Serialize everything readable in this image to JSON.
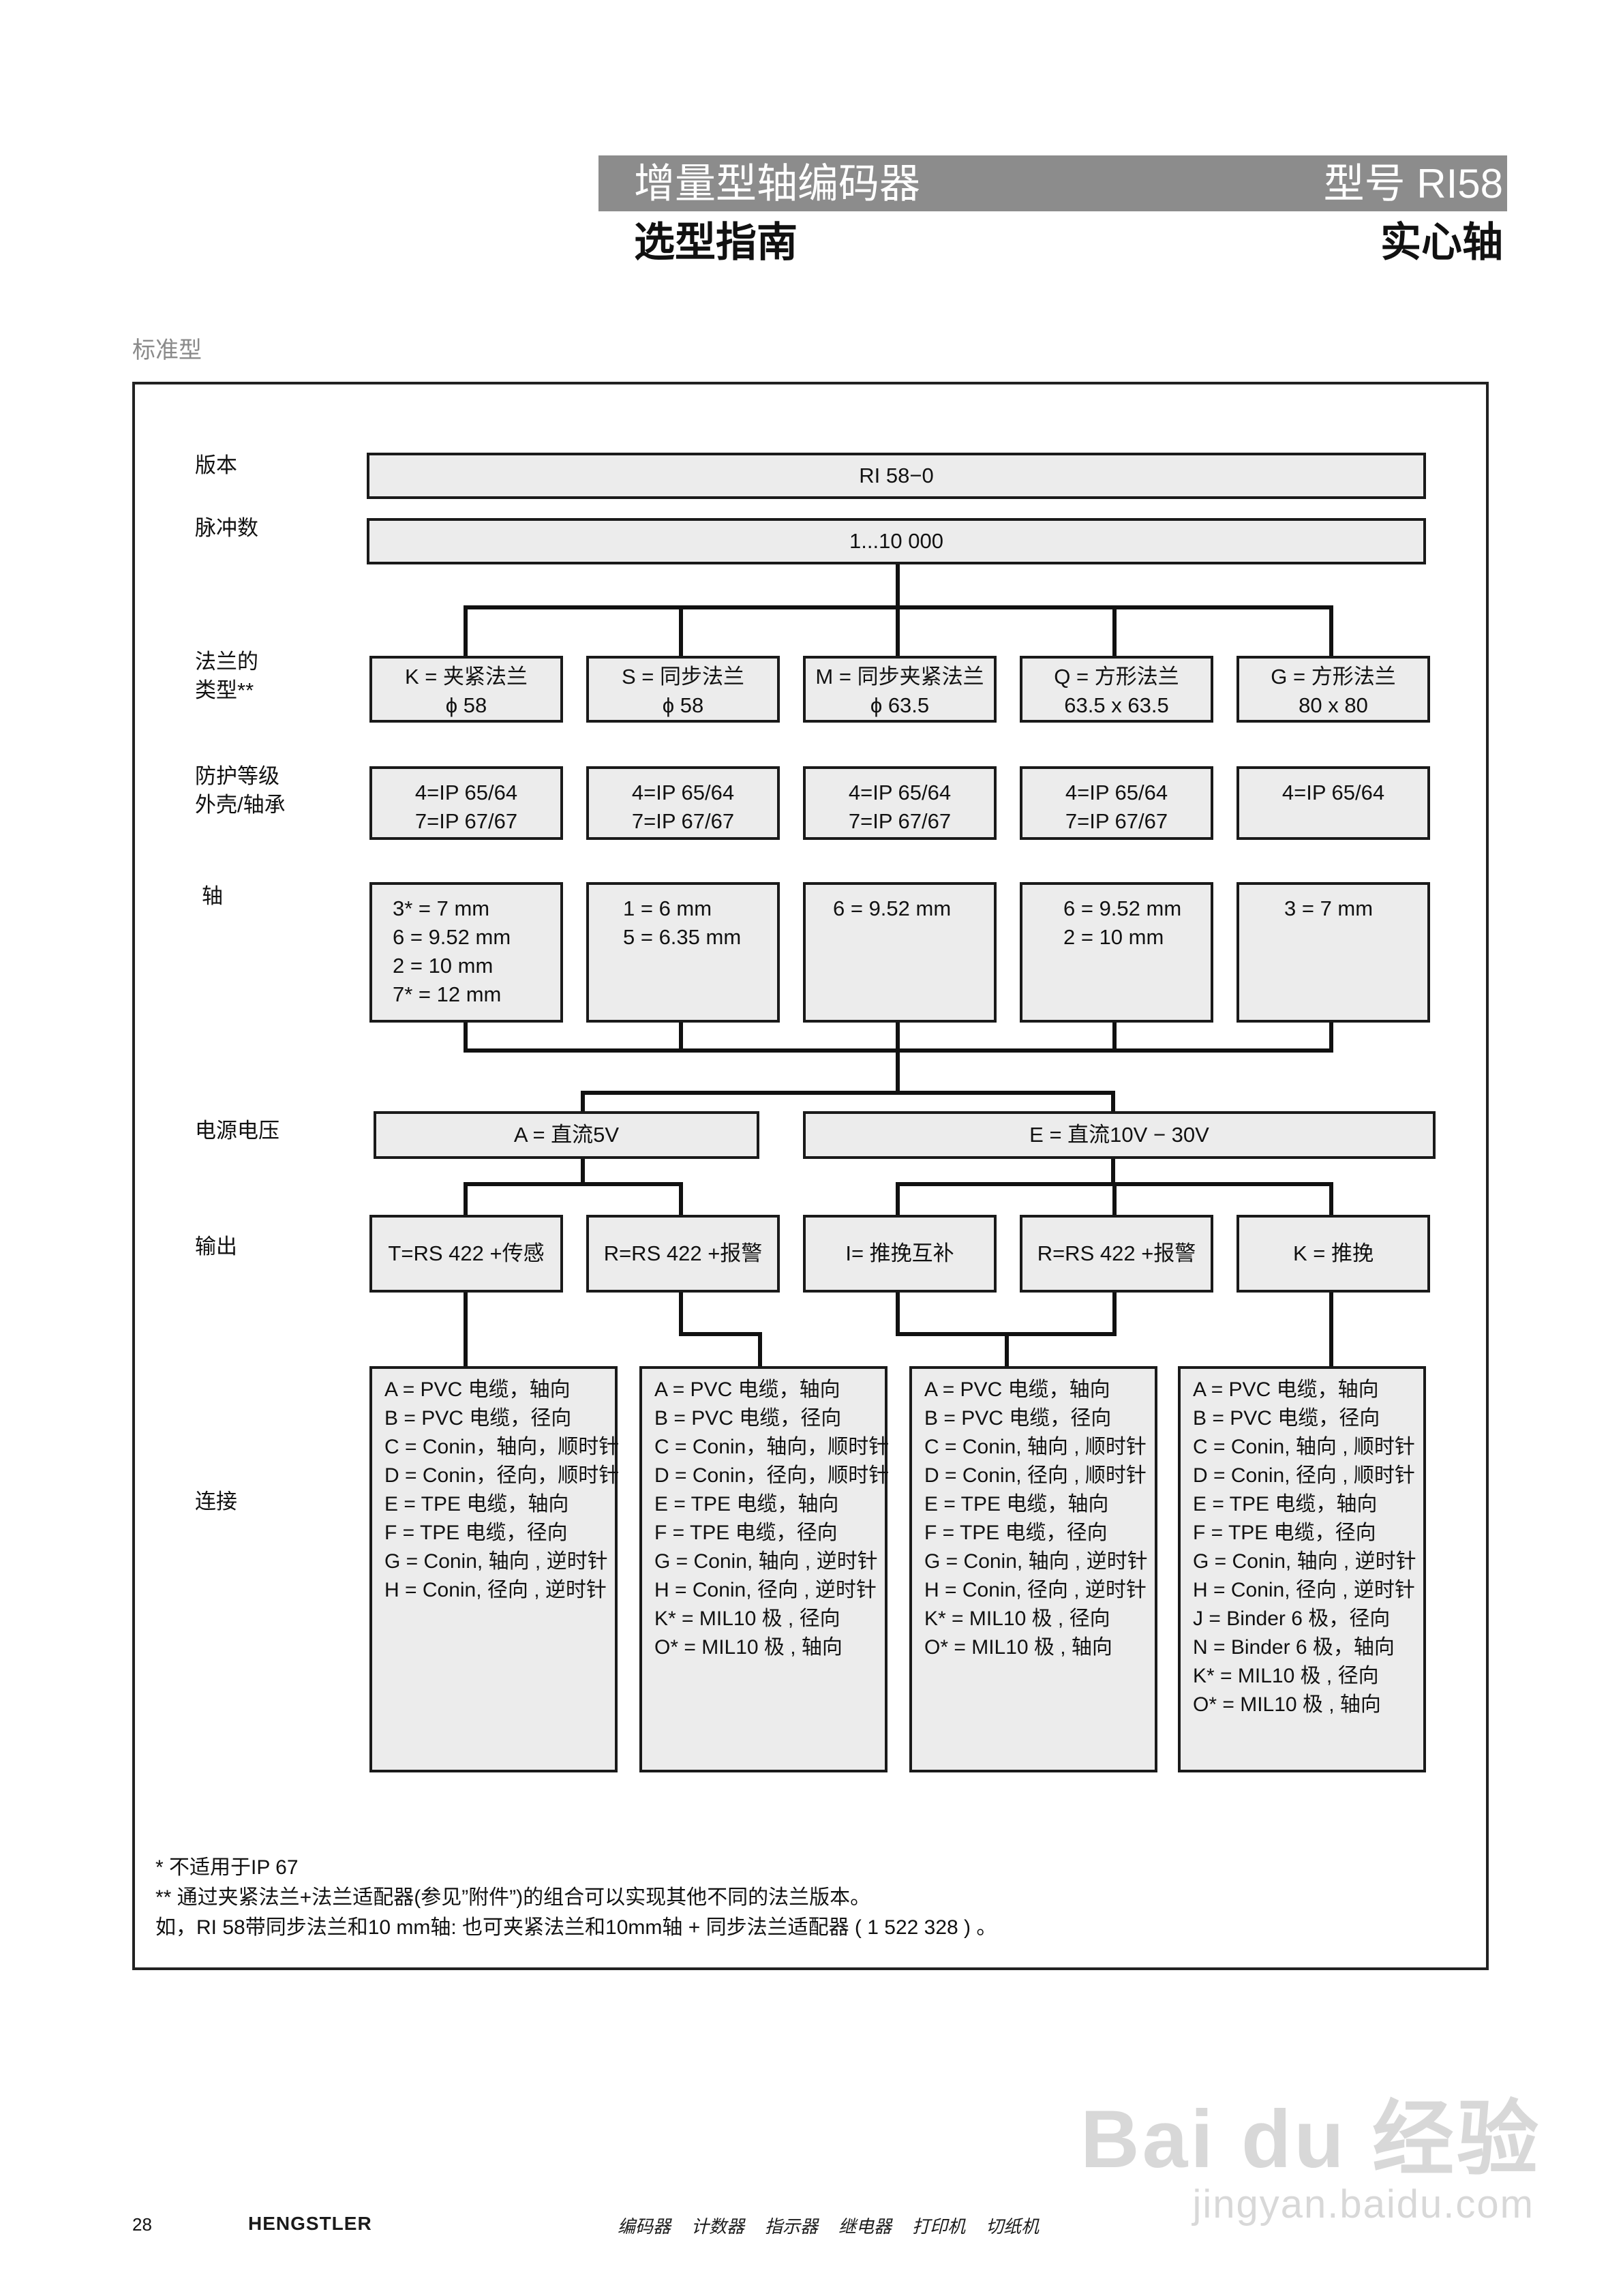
{
  "header": {
    "title": "增量型轴编码器",
    "model": "型号 RI58",
    "subtitle": "选型指南",
    "shaft_type": "实心轴"
  },
  "section_label": "标准型",
  "rows": {
    "version": "版本",
    "pulses": "脉冲数",
    "flange_1": "法兰的",
    "flange_2": "类型**",
    "protection_1": "防护等级",
    "protection_2": "外壳/轴承",
    "shaft": "轴",
    "voltage": "电源电压",
    "output": "输出",
    "connection": "连接"
  },
  "version_value": "RI 58−0",
  "pulses_value": "1...10 000",
  "flanges": [
    {
      "l1": "K = 夹紧法兰",
      "l2": "ϕ 58"
    },
    {
      "l1": "S = 同步法兰",
      "l2": "ϕ 58"
    },
    {
      "l1": "M = 同步夹紧法兰",
      "l2": "ϕ 63.5"
    },
    {
      "l1": "Q = 方形法兰",
      "l2": "63.5 x 63.5"
    },
    {
      "l1": "G = 方形法兰",
      "l2": "80 x 80"
    }
  ],
  "protection": [
    {
      "l1": "4=IP 65/64",
      "l2": "7=IP 67/67"
    },
    {
      "l1": "4=IP 65/64",
      "l2": "7=IP 67/67"
    },
    {
      "l1": "4=IP 65/64",
      "l2": "7=IP 67/67"
    },
    {
      "l1": "4=IP 65/64",
      "l2": "7=IP 67/67"
    },
    {
      "l1": "4=IP 65/64",
      "l2": ""
    }
  ],
  "shafts": [
    [
      "3* = 7 mm",
      "6 = 9.52 mm",
      "2 = 10 mm",
      "7* = 12 mm"
    ],
    [
      "1 = 6 mm",
      "5 = 6.35 mm"
    ],
    [
      "6 = 9.52 mm"
    ],
    [
      "6 = 9.52 mm",
      "2 = 10 mm"
    ],
    [
      "3 = 7 mm"
    ]
  ],
  "voltages": [
    "A  = 直流5V",
    "E = 直流10V − 30V"
  ],
  "outputs": [
    "T=RS 422 +传感",
    "R=RS 422 +报警",
    "I= 推挽互补",
    "R=RS 422 +报警",
    "K = 推挽"
  ],
  "connections": [
    [
      "A = PVC 电缆，轴向",
      "B = PVC 电缆，径向",
      "C = Conin，轴向，顺时针",
      "D = Conin，径向，顺时针",
      "E = TPE 电缆，轴向",
      "F = TPE 电缆，径向",
      "G = Conin, 轴向 , 逆时针",
      "H = Conin, 径向 , 逆时针"
    ],
    [
      "A = PVC 电缆，轴向",
      "B = PVC 电缆，径向",
      "C = Conin，轴向，顺时针",
      "D = Conin，径向，顺时针",
      "E = TPE 电缆，轴向",
      "F = TPE 电缆，径向",
      "G = Conin, 轴向 , 逆时针",
      "H = Conin, 径向 , 逆时针",
      "K* = MIL10 极 , 径向",
      "O* = MIL10 极 , 轴向"
    ],
    [
      "A = PVC 电缆，轴向",
      "B = PVC 电缆，径向",
      "C = Conin, 轴向 , 顺时针",
      "D = Conin, 径向 , 顺时针",
      "E = TPE 电缆，轴向",
      "F = TPE 电缆，径向",
      "G = Conin, 轴向 , 逆时针",
      "H = Conin, 径向 , 逆时针",
      "K* = MIL10 极 , 径向",
      "O* = MIL10 极 , 轴向"
    ],
    [
      "A = PVC 电缆，轴向",
      "B = PVC 电缆，径向",
      "C = Conin, 轴向 , 顺时针",
      "D = Conin, 径向 , 顺时针",
      "E = TPE 电缆，轴向",
      "F = TPE 电缆，径向",
      "G = Conin, 轴向 , 逆时针",
      "H = Conin, 径向 , 逆时针",
      "J = Binder 6 极，径向",
      "N = Binder 6 极，轴向",
      "K* = MIL10 极 , 径向",
      "O* = MIL10 极 , 轴向"
    ]
  ],
  "footnotes": [
    "*   不适用于IP 67",
    "**   通过夹紧法兰+法兰适配器(参见”附件”)的组合可以实现其他不同的法兰版本。",
    "如，RI 58带同步法兰和10 mm轴: 也可夹紧法兰和10mm轴 + 同步法兰适配器 ( 1 522 328 ) 。"
  ],
  "page_footer": {
    "page_number": "28",
    "brand": "HENGSTLER",
    "nav": [
      "编码器",
      "计数器",
      "指示器",
      "继电器",
      "打印机",
      "切纸机"
    ]
  },
  "watermark": {
    "logo_text": "Bai du 经验",
    "url": "jingyan.baidu.com"
  }
}
